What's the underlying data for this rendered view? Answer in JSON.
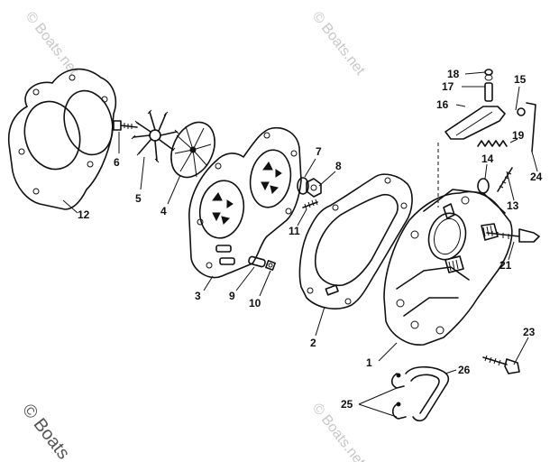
{
  "watermarks": {
    "top_left": "© Boats.net",
    "top_center": "© Boats.net",
    "bottom_center": "© Boats.net",
    "bottom_left": "© Boats"
  },
  "labels": {
    "l1": "1",
    "l2": "2",
    "l3": "3",
    "l4": "4",
    "l5": "5",
    "l6": "6",
    "l7": "7",
    "l8": "8",
    "l9": "9",
    "l10": "10",
    "l11": "11",
    "l12": "12",
    "l13": "13",
    "l14": "14",
    "l15": "15",
    "l16": "16",
    "l17": "17",
    "l18": "18",
    "l19": "19",
    "l21": "21",
    "l23": "23",
    "l24": "24",
    "l25": "25",
    "l26": "26"
  }
}
